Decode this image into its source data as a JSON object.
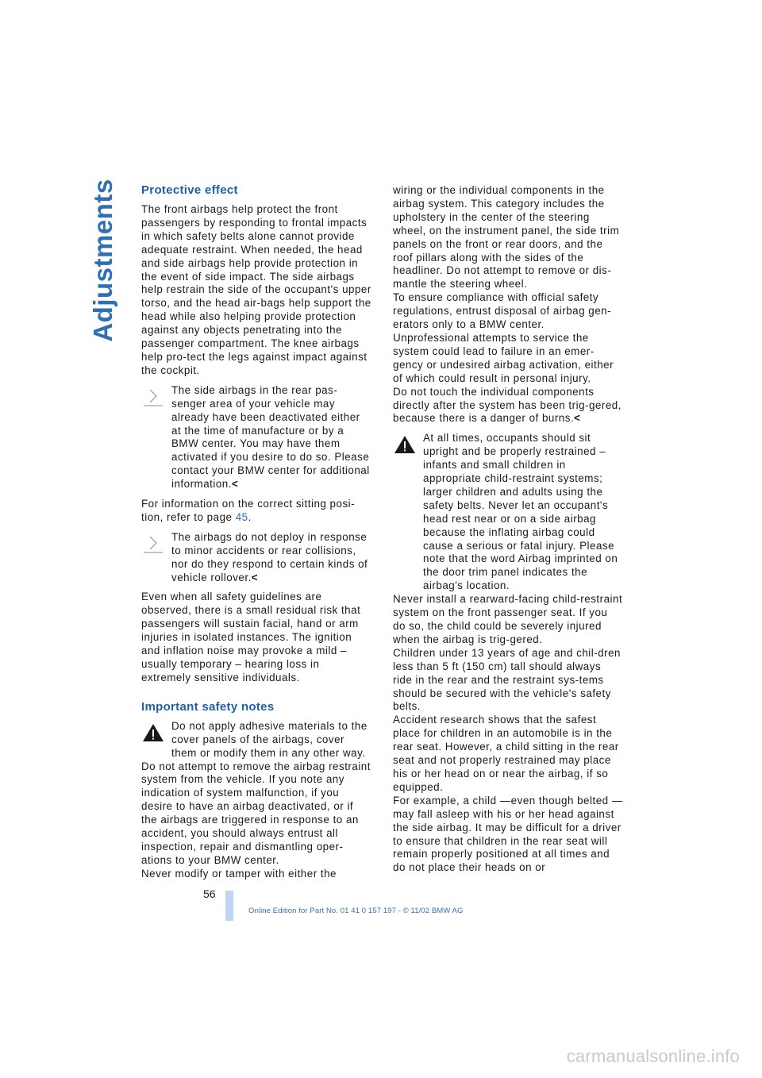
{
  "side_title": "Adjustments",
  "left": {
    "h_protective": "Protective effect",
    "p1": "The front airbags help protect the front passengers by responding to frontal impacts in which safety belts alone cannot provide adequate restraint. When needed, the head and side airbags help provide protection in the event of side impact. The side airbags help restrain the side of the occupant's upper torso, and the head air-bags help support the head while also helping provide protection against any objects penetrating into the passenger compartment. The knee airbags help pro-tect the legs against impact against the cockpit.",
    "note1": "The side airbags in the rear pas-senger area of your vehicle may already have been deactivated either at the time of manufacture or by a BMW center. You may have them activated if you desire to do so. Please contact your BMW center for additional information.",
    "p2_pre": "For information on the correct sitting posi-tion, refer to page ",
    "p2_link": "45",
    "p2_post": ".",
    "note2": "The airbags do not deploy in response to minor accidents or rear collisions, nor do they respond to certain kinds of vehicle rollover.",
    "p3": "Even when all safety guidelines are observed, there is a small residual risk that passengers will sustain facial, hand or arm injuries in isolated instances. The ignition and inflation noise may provoke a mild – usually temporary – hearing loss in extremely sensitive individuals.",
    "h_safety": "Important safety notes",
    "warn1": "Do not apply adhesive materials to the cover panels of the airbags, cover them or modify them in any other way.",
    "p4": "Do not attempt to remove the airbag restraint system from the vehicle. If you note any indication of system malfunction, if you desire to have an airbag deactivated, or if the airbags are triggered in response to an accident, you should always entrust all inspection, repair and dismantling oper-ations to your BMW center.",
    "p5": "Never modify or tamper with either the"
  },
  "right": {
    "p1": "wiring or the individual components in the airbag system. This category includes the upholstery in the center of the steering wheel, on the instrument panel, the side trim panels on the front or rear doors, and the roof pillars along with the sides of the headliner. Do not attempt to remove or dis-mantle the steering wheel.",
    "p2": "To ensure compliance with official safety regulations, entrust disposal of airbag gen-erators only to a BMW center. Unprofessional attempts to service the system could lead to failure in an emer-gency or undesired airbag activation, either of which could result in personal injury.",
    "p3": "Do not touch the individual components directly after the system has been trig-gered, because there is a danger of burns.",
    "warn2": "At all times, occupants should sit upright and be properly restrained – infants and small children in appropriate child-restraint systems; larger children and adults using the safety belts. Never let an occupant's head rest near or on a side airbag because the inflating airbag could cause a serious or fatal injury. Please note that the word Airbag imprinted on the door trim panel indicates the airbag's location.",
    "p4": "Never install a rearward-facing child-restraint system on the front passenger seat. If you do so, the child could be severely injured when the airbag is trig-gered.",
    "p5": "Children under 13 years of age and chil-dren less than 5 ft (150 cm) tall should always ride in the rear and the restraint sys-tems should be secured with the vehicle's safety belts.",
    "p6": "Accident research shows that the safest place for children in an automobile is in the rear seat. However, a child sitting in the rear seat and not properly restrained may place his or her head on or near the airbag, if so equipped.",
    "p7": "For example, a child —even though belted —may fall asleep with his or her head against the side airbag. It may be difficult for a driver to ensure that children in the rear seat will remain properly positioned at all times and do not place their heads on or"
  },
  "end_mark": "<",
  "page_number": "56",
  "footer": "Online Edition for Part No. 01 41 0 157 197 - © 11/02 BMW AG",
  "watermark": "carmanualsonline.info"
}
